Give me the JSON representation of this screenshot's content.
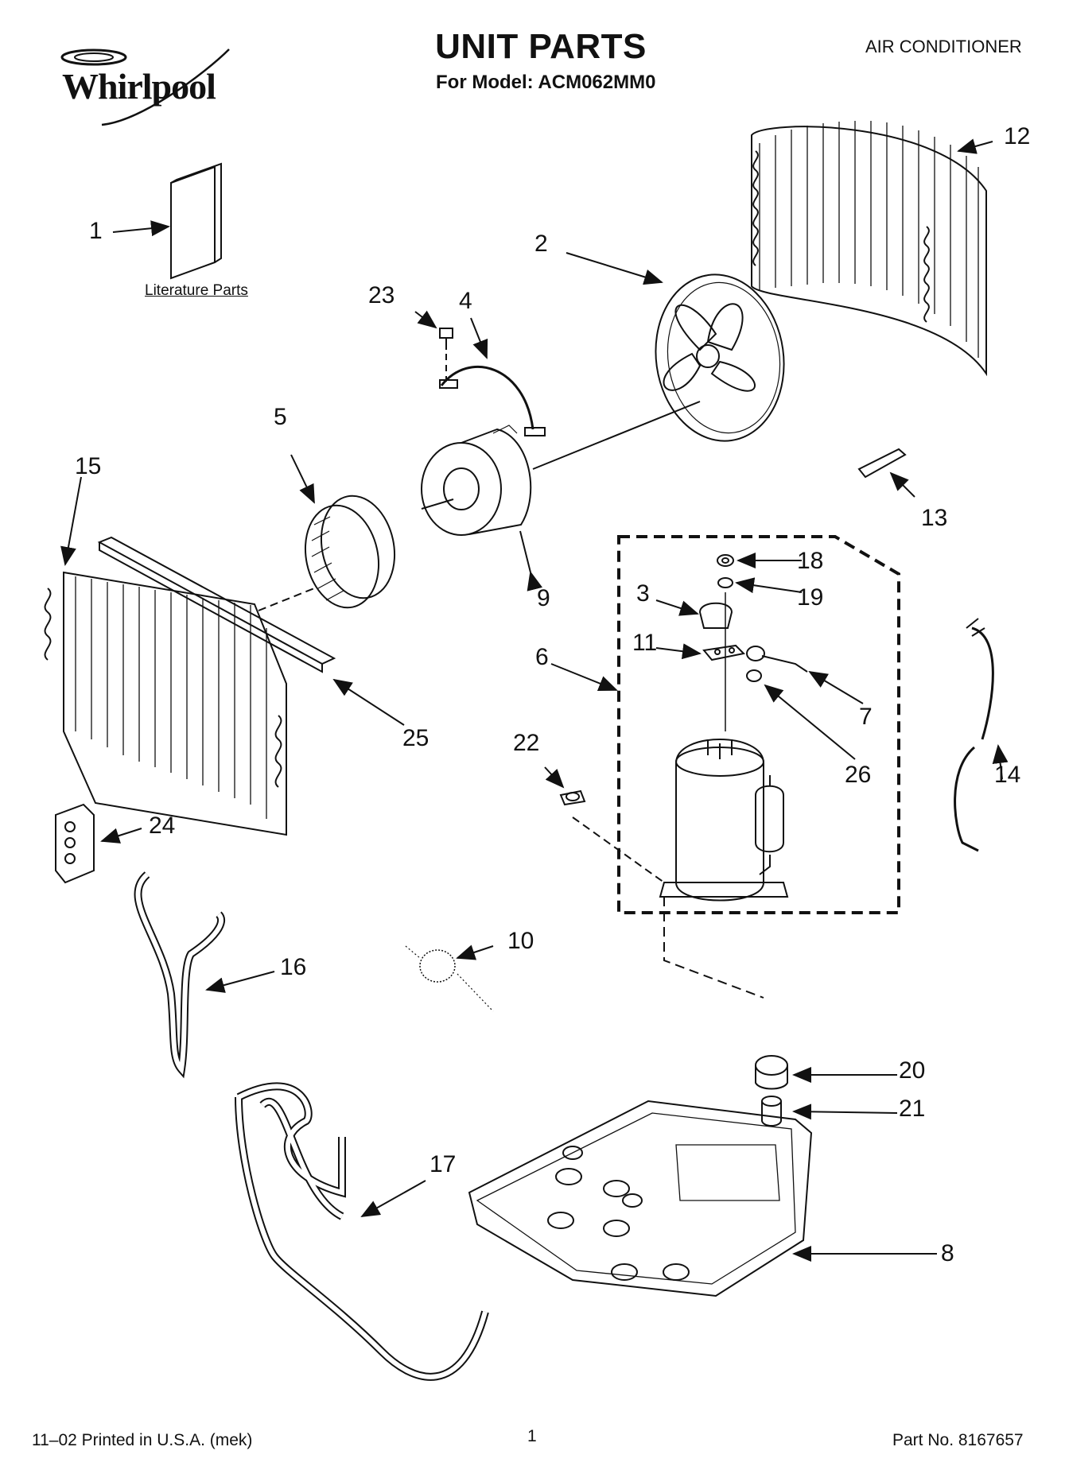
{
  "header": {
    "brand": "Whirlpool",
    "title": "UNIT PARTS",
    "model_line": "For Model: ACM062MM0",
    "category": "AIR CONDITIONER"
  },
  "literature_label": "Literature Parts",
  "callouts": [
    {
      "id": "c1",
      "text": "1"
    },
    {
      "id": "c2",
      "text": "2"
    },
    {
      "id": "c3",
      "text": "3"
    },
    {
      "id": "c4",
      "text": "4"
    },
    {
      "id": "c5",
      "text": "5"
    },
    {
      "id": "c6",
      "text": "6"
    },
    {
      "id": "c7",
      "text": "7"
    },
    {
      "id": "c8",
      "text": "8"
    },
    {
      "id": "c9",
      "text": "9"
    },
    {
      "id": "c10",
      "text": "10"
    },
    {
      "id": "c11",
      "text": "11"
    },
    {
      "id": "c12",
      "text": "12"
    },
    {
      "id": "c13",
      "text": "13"
    },
    {
      "id": "c14",
      "text": "14"
    },
    {
      "id": "c15",
      "text": "15"
    },
    {
      "id": "c16",
      "text": "16"
    },
    {
      "id": "c17",
      "text": "17"
    },
    {
      "id": "c18",
      "text": "18"
    },
    {
      "id": "c19",
      "text": "19"
    },
    {
      "id": "c20",
      "text": "20"
    },
    {
      "id": "c21",
      "text": "21"
    },
    {
      "id": "c22",
      "text": "22"
    },
    {
      "id": "c23",
      "text": "23"
    },
    {
      "id": "c24",
      "text": "24"
    },
    {
      "id": "c25",
      "text": "25"
    },
    {
      "id": "c26",
      "text": "26"
    }
  ],
  "footer": {
    "print_info": "11–02 Printed in U.S.A. (mek)",
    "page_number": "1",
    "part_number": "Part No. 8167657"
  }
}
